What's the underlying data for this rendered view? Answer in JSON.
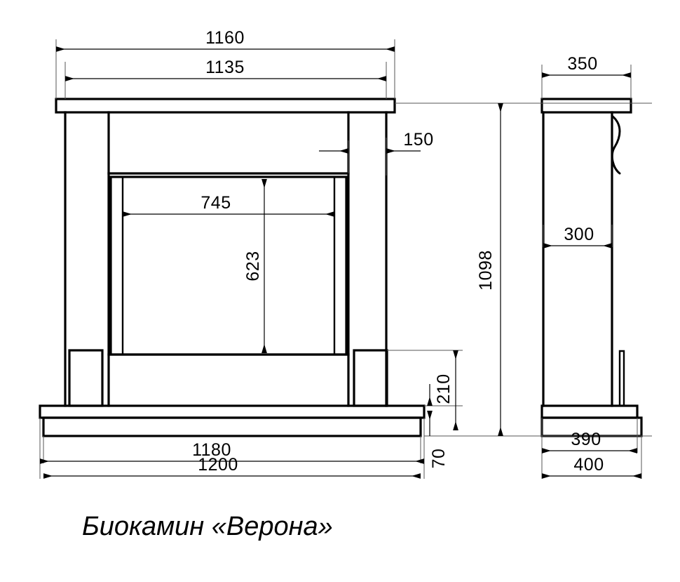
{
  "drawing": {
    "title": "Биокамин «Верона»",
    "units": "mm",
    "line_color": "#000000",
    "background_color": "#ffffff",
    "views": [
      {
        "name": "front-view",
        "label": "front"
      },
      {
        "name": "side-view",
        "label": "side"
      }
    ]
  },
  "dimensions": {
    "front": {
      "overall_width_top": "1160",
      "mantel_inner_width": "1135",
      "column_width": "150",
      "opening_width": "745",
      "opening_height": "623",
      "base_top_width": "1180",
      "base_bottom_width": "1200",
      "foot_height": "210",
      "plinth_height": "70",
      "overall_height": "1098"
    },
    "side": {
      "mantel_depth": "350",
      "body_depth": "300",
      "base_top_depth": "390",
      "base_bottom_depth": "400"
    }
  },
  "labels": {
    "d1160": "1160",
    "d1135": "1135",
    "d150": "150",
    "d745": "745",
    "d623": "623",
    "d1180": "1180",
    "d1200": "1200",
    "d210": "210",
    "d70": "70",
    "d1098": "1098",
    "d350": "350",
    "d300": "300",
    "d390": "390",
    "d400": "400"
  },
  "caption": {
    "text": "Биокамин «Верона»"
  }
}
